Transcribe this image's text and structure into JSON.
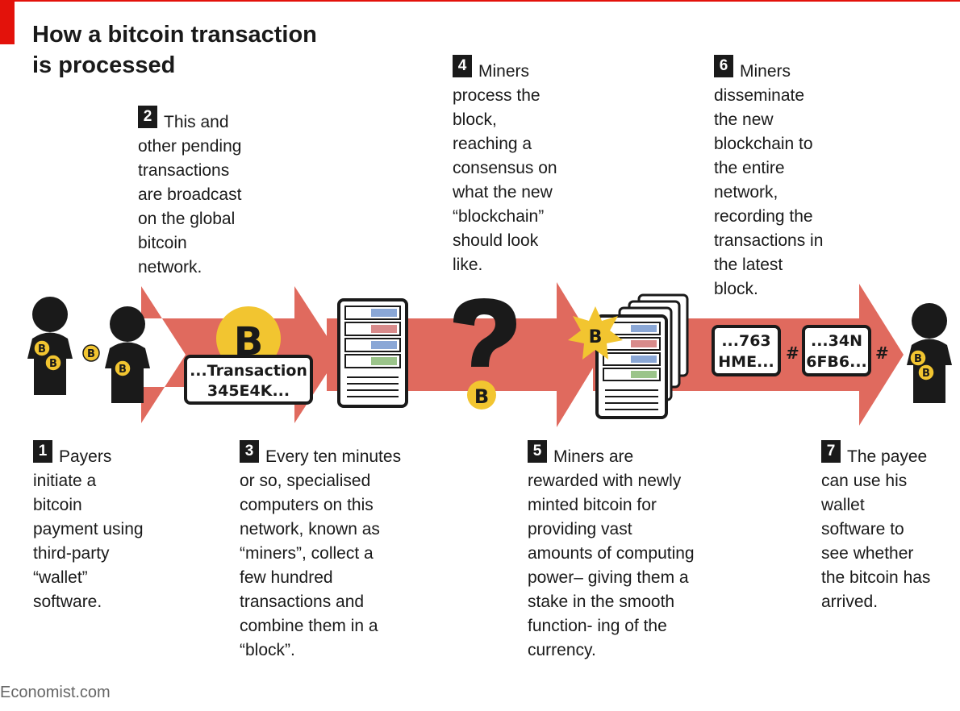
{
  "title": {
    "line1": "How a bitcoin transaction",
    "line2": "is processed"
  },
  "colors": {
    "arrow": "#e06a5e",
    "accent_red": "#e3120b",
    "coin": "#f2c530",
    "ink": "#1a1a1a"
  },
  "transaction_box": {
    "line1": "...Transaction",
    "line2": "345E4K..."
  },
  "hash_box_1": {
    "line1": "...763",
    "line2": "HME..."
  },
  "hash_box_2": {
    "line1": "...34N",
    "line2": "6FB6..."
  },
  "hash_symbol": "#",
  "coin_symbol": "B",
  "steps": [
    {
      "num": "1",
      "lines": [
        "Payers",
        "initiate a",
        "bitcoin",
        "payment using",
        "third-party",
        "“wallet”",
        "software."
      ]
    },
    {
      "num": "2",
      "lines": [
        "This and",
        "other pending",
        "transactions",
        "are broadcast",
        "on the global",
        "bitcoin",
        "network."
      ]
    },
    {
      "num": "3",
      "lines": [
        "Every ten minutes",
        "or so, specialised",
        "computers on this",
        "network, known as",
        "“miners”, collect a",
        "few hundred",
        "transactions and",
        "combine them in a",
        "“block”."
      ]
    },
    {
      "num": "4",
      "lines": [
        "Miners",
        "process the",
        "block,",
        "reaching a",
        "consensus on",
        "what the new",
        "“blockchain”",
        "should look",
        "like."
      ]
    },
    {
      "num": "5",
      "lines": [
        "Miners are",
        "rewarded with newly",
        "minted bitcoin for",
        "providing vast",
        "amounts of computing",
        "power– giving them a",
        "stake in the smooth",
        "function- ing of the",
        "currency."
      ]
    },
    {
      "num": "6",
      "lines": [
        "Miners",
        "disseminate",
        "the new",
        "blockchain to",
        "the entire",
        "network,",
        "recording the",
        "transactions in",
        "the latest",
        "block."
      ]
    },
    {
      "num": "7",
      "lines": [
        "The payee",
        "can use his",
        "wallet",
        "software to",
        "see whether",
        "the bitcoin has",
        "arrived."
      ]
    }
  ],
  "source": "Economist.com",
  "icons": {
    "payers": "person-icon",
    "payee": "person-icon",
    "coin": "bitcoin-coin-icon",
    "server": "server-rack-icon",
    "question": "question-mark-icon",
    "burst": "starburst-icon"
  }
}
